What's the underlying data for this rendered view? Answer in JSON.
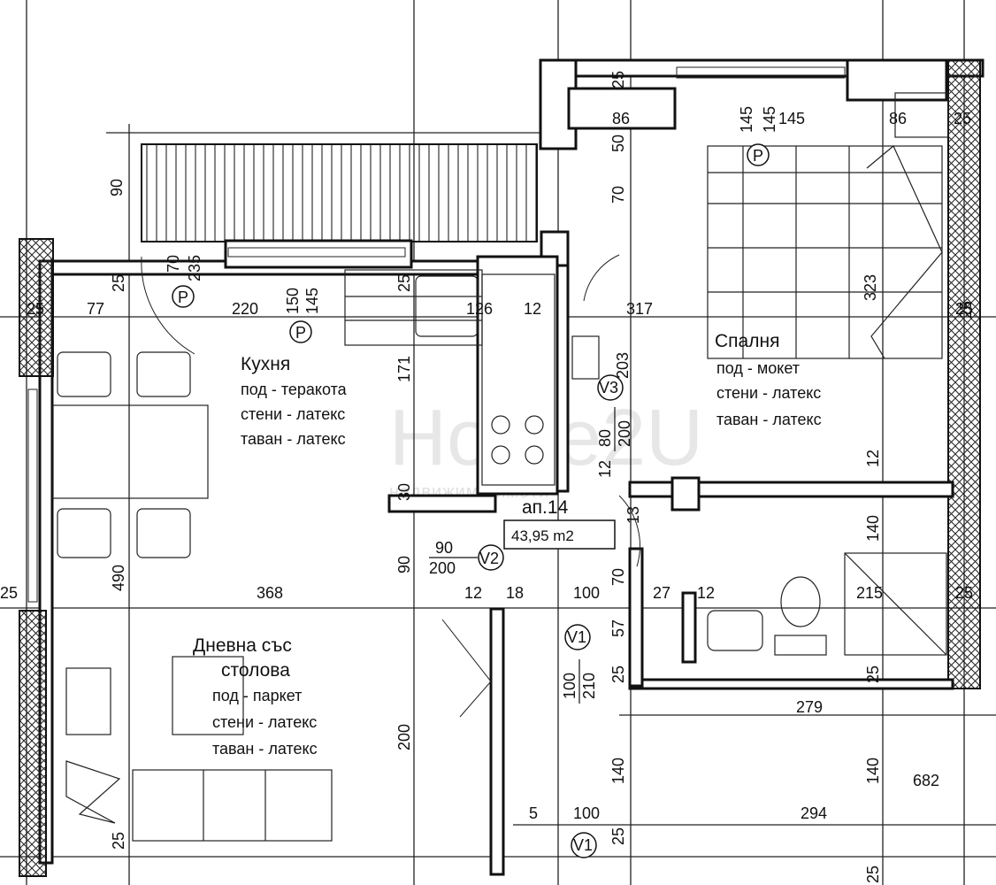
{
  "plan": {
    "watermark_main": "Home2U",
    "watermark_sub": "недвижими имоти",
    "apartment_label": "ап.14",
    "area_label": "43,95 m2"
  },
  "rooms": {
    "kitchen": {
      "title": "Кухня",
      "floor": "под - теракота",
      "walls": "стени - латекс",
      "ceiling": "таван - латекс"
    },
    "bedroom": {
      "title": "Спалня",
      "floor": "под - мокет",
      "walls": "стени - латекс",
      "ceiling": "таван - латекс"
    },
    "living": {
      "title_line1": "Дневна със",
      "title_line2": "столова",
      "floor": "под - паркет",
      "walls": "стени - латекс",
      "ceiling": "таван - латекс"
    }
  },
  "markers": {
    "p": "P",
    "v1": "V1",
    "v2": "V2",
    "v3": "V3"
  },
  "dims": {
    "d25": "25",
    "d90": "90",
    "d70": "70",
    "d235": "235",
    "d220": "220",
    "d150": "150",
    "d145": "145",
    "d126": "126",
    "d12": "12",
    "d77": "77",
    "d171": "171",
    "d30": "30",
    "d490": "490",
    "d368": "368",
    "d200": "200",
    "d18": "18",
    "d100": "100",
    "d210": "210",
    "d57": "57",
    "d27": "27",
    "d279": "279",
    "d140": "140",
    "d682": "682",
    "d5": "5",
    "d294": "294",
    "d86": "86",
    "d50": "50",
    "d317": "317",
    "d323": "323",
    "d203": "203",
    "d80": "80",
    "d13": "13",
    "d215": "215"
  },
  "door_fractions": {
    "v2_num": "90",
    "v2_den": "200",
    "v1_num": "100",
    "v1_den": "210",
    "v3_num": "80",
    "v3_den": "200"
  }
}
